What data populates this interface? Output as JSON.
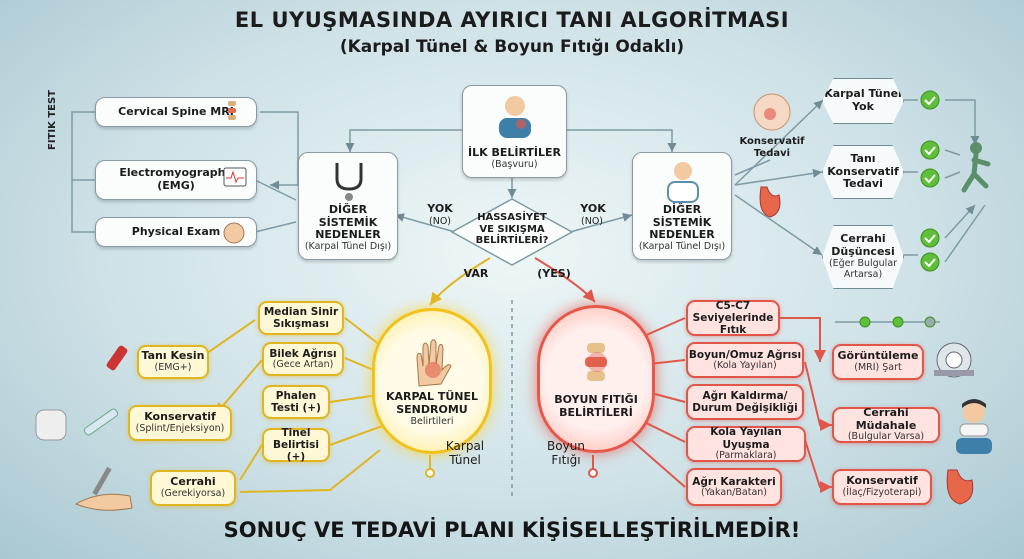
{
  "header": {
    "title": "EL UYUŞMASINDA AYIRICI TANI ALGORİTMASI",
    "subtitle": "(Karpal Tünel & Boyun Fıtığı Odaklı)"
  },
  "left_tests": {
    "side_label": "FITIK TEST",
    "items": [
      {
        "label": "Cervical Spine MRI"
      },
      {
        "label": "Electromyography",
        "sub": "(EMG)"
      },
      {
        "label": "Physical Exam"
      }
    ]
  },
  "start": {
    "title": "İLK BELİRTİLER",
    "sub": "(Başvuru)"
  },
  "diamond": {
    "text": "HASSASİYET VE SIKIŞMA BELİRTİLERİ?"
  },
  "left_other": {
    "title": "DİĞER SİSTEMİK NEDENLER",
    "sub": "(Karpal Tünel Dışı)",
    "no_label": "YOK",
    "no_sub": "(NO)"
  },
  "right_other": {
    "title": "DİĞER SİSTEMİK NEDENLER",
    "sub": "(Karpal Tünel Dışı)",
    "no_label": "YOK",
    "no_sub": "(NO)"
  },
  "right_top": {
    "conservative_label": "Konservatif Tedavi",
    "hex": [
      {
        "label": "Karpal Tünel Yok"
      },
      {
        "label": "Tanı Konservatif Tedavi"
      },
      {
        "label": "Cerrahi Düşüncesi",
        "sub": "(Eğer Bulgular Artarsa)"
      }
    ]
  },
  "branch_labels": {
    "var": "VAR",
    "yes": "(YES)"
  },
  "carpal": {
    "title": "KARPAL TÜNEL SENDROMU",
    "sub": "Belirtileri",
    "bottom_label": "Karpal Tünel",
    "symptoms": [
      {
        "label": "Median Sinir Sıkışması"
      },
      {
        "label": "Bilek Ağrısı",
        "sub": "(Gece Artan)"
      },
      {
        "label": "Phalen Testi (+)"
      },
      {
        "label": "Tinel Belirtisi (+)"
      }
    ],
    "outcomes": [
      {
        "label": "Tanı Kesin",
        "sub": "(EMG+)"
      },
      {
        "label": "Konservatif",
        "sub": "(Splint/Enjeksiyon)"
      },
      {
        "label": "Cerrahi",
        "sub": "(Gerekiyorsa)"
      }
    ]
  },
  "hernia": {
    "title": "BOYUN FITIĞI BELİRTİLERİ",
    "bottom_label": "Boyun Fıtığı",
    "symptoms": [
      {
        "label": "C5-C7 Seviyelerinde Fıtık"
      },
      {
        "label": "Boyun/Omuz Ağrısı",
        "sub": "(Kola Yayılan)"
      },
      {
        "label": "Ağrı Kaldırma/ Durum Değişikliği"
      },
      {
        "label": "Kola Yayılan Uyuşma",
        "sub": "(Parmaklara)"
      },
      {
        "label": "Ağrı Karakteri",
        "sub": "(Yakan/Batan)"
      }
    ],
    "outcomes": [
      {
        "label": "Görüntüleme",
        "sub": "(MRI) Şart"
      },
      {
        "label": "Cerrahi Müdahale",
        "sub": "(Bulgular Varsa)"
      },
      {
        "label": "Konservatif",
        "sub": "(İlaç/Fizyoterapi)"
      }
    ]
  },
  "footer": {
    "text": "SONUÇ VE TEDAVİ PLANI KİŞİSELLEŞTİRİLMEDİR!"
  },
  "colors": {
    "yellow": "#f2c21a",
    "red": "#e8584a",
    "green": "#5fbf3a",
    "line": "#7d9ba4"
  }
}
